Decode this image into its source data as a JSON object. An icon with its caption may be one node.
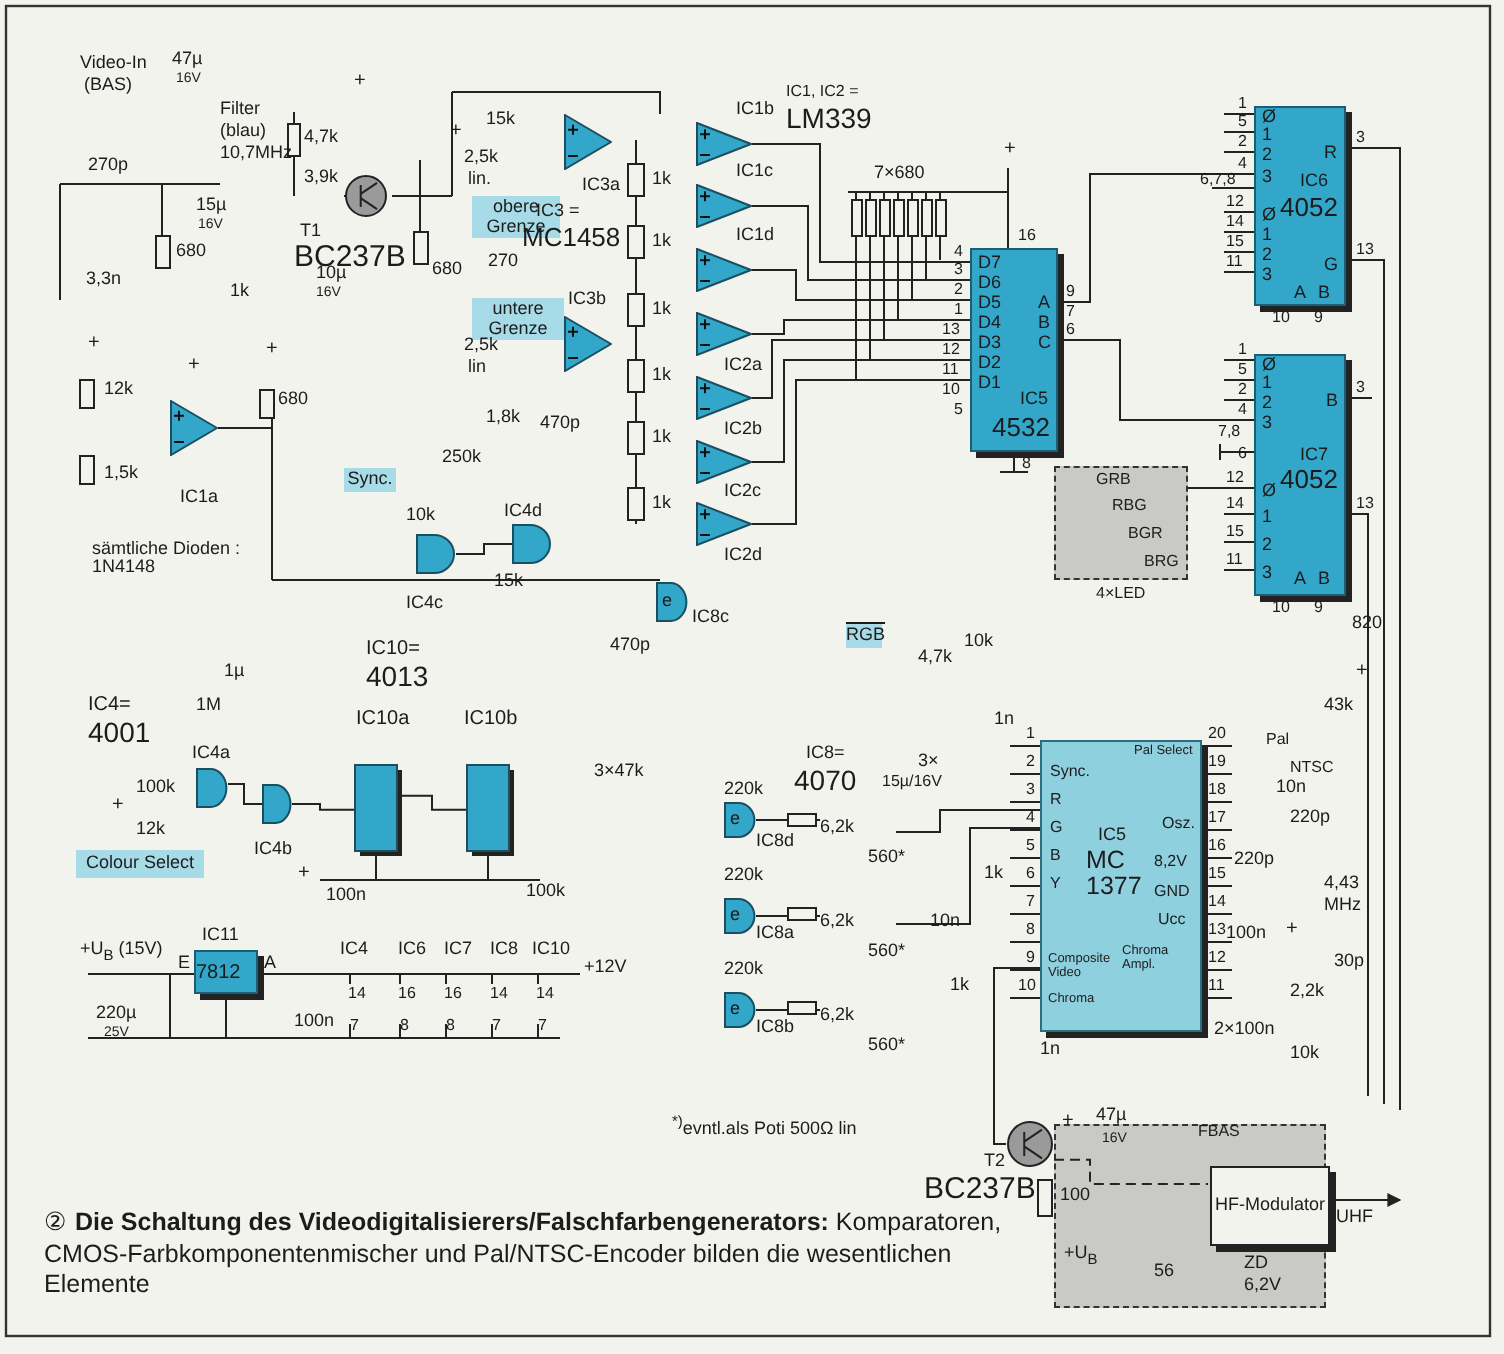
{
  "diagram": {
    "caption": "② **Die Schaltung des Videodigitalisierers/Falschfarbengenerators:** Komparatoren, CMOS-Farbkomponentenmischer und Pal/NTSC-Encoder bilden die wesentlichen Elemente",
    "nodes": [
      {
        "text": [],
        "shape": "triangle",
        "beside": [
          "IC1b"
        ]
      },
      {
        "text": [],
        "shape": "triangle",
        "beside": [
          "IC1c"
        ]
      },
      {
        "text": [],
        "shape": "triangle",
        "beside": [
          "IC1d"
        ]
      },
      {
        "text": [],
        "shape": "triangle",
        "beside": [
          "IC2a"
        ]
      },
      {
        "text": [],
        "shape": "triangle",
        "beside": [
          "IC2b"
        ]
      },
      {
        "text": [],
        "shape": "triangle",
        "beside": [
          "IC2c"
        ]
      },
      {
        "text": [],
        "shape": "triangle",
        "beside": [
          "IC2d"
        ]
      },
      {
        "text": [],
        "shape": "triangle",
        "beside": [
          "IC3a"
        ]
      },
      {
        "text": [],
        "shape": "triangle",
        "beside": [
          "IC3b"
        ]
      },
      {
        "text": [],
        "shape": "triangle",
        "beside": [
          "IC1a"
        ]
      },
      {
        "text": [],
        "shape": "circle",
        "beside": [
          "T1",
          "BC237B"
        ]
      },
      {
        "text": [
          "D7",
          "D6",
          "D5",
          "D4",
          "D3",
          "D2",
          "D1",
          "A",
          "B",
          "C",
          "IC5",
          "4532"
        ]
      },
      {
        "text": [
          "Ø",
          "1",
          "2",
          "3",
          "Ø",
          "1",
          "2",
          "3",
          "R",
          "IC6",
          "4052",
          "G",
          "A",
          "B"
        ]
      },
      {
        "text": [
          "Ø",
          "1",
          "2",
          "3",
          "B",
          "IC7",
          "4052",
          "Ø",
          "1",
          "2",
          "3",
          "A",
          "B"
        ]
      },
      {
        "text": [
          "GRB",
          "RBG",
          "BGR",
          "BRG"
        ],
        "beside": [
          "4×LED"
        ]
      },
      {
        "text": [],
        "shape": "gate",
        "beside": [
          "IC4c"
        ]
      },
      {
        "text": [],
        "shape": "gate",
        "beside": [
          "IC4d"
        ]
      },
      {
        "text": [
          "e"
        ],
        "beside": [
          "IC8c"
        ]
      },
      {
        "text": [],
        "shape": "gate",
        "beside": [
          "IC4a"
        ]
      },
      {
        "text": [],
        "shape": "gate",
        "beside": [
          "IC4b"
        ]
      },
      {
        "text": [],
        "shape": "box",
        "beside": [
          "IC10a"
        ]
      },
      {
        "text": [],
        "shape": "box",
        "beside": [
          "IC10b"
        ]
      },
      {
        "text": [
          "e"
        ],
        "beside": [
          "IC8d"
        ]
      },
      {
        "text": [
          "e"
        ],
        "beside": [
          "IC8a"
        ]
      },
      {
        "text": [
          "e"
        ],
        "beside": [
          "IC8b"
        ]
      },
      {
        "text": [
          "Sync.",
          "R",
          "G",
          "B",
          "Y",
          "Composite Video",
          "Chroma",
          "Pal Select",
          "Osz.",
          "IC5",
          "MC 1377",
          "8,2V",
          "GND",
          "Ucc",
          "Chroma Ampl."
        ]
      },
      {
        "text": [
          "7812"
        ],
        "beside": [
          "IC11",
          "E",
          "A"
        ]
      },
      {
        "text": [],
        "shape": "circle",
        "beside": [
          "T2",
          "BC237B"
        ]
      },
      {
        "text": [
          "FBAS"
        ]
      },
      {
        "text": [
          "HF-Modulator"
        ],
        "in": 28
      },
      {
        "text": [
          "obere Grenze"
        ]
      },
      {
        "text": [
          "untere Grenze"
        ]
      },
      {
        "text": [
          "Sync."
        ]
      },
      {
        "text": [
          "RGB"
        ]
      },
      {
        "text": [
          "Colour Select"
        ]
      }
    ],
    "edges": [
      {
        "from": 0,
        "to": 11,
        "arrow": "none"
      },
      {
        "from": 1,
        "to": 11,
        "arrow": "none"
      },
      {
        "from": 2,
        "to": 11,
        "arrow": "none"
      },
      {
        "from": 3,
        "to": 11,
        "arrow": "none"
      },
      {
        "from": 4,
        "to": 11,
        "arrow": "none"
      },
      {
        "from": 5,
        "to": 11,
        "arrow": "none"
      },
      {
        "from": 6,
        "to": 11,
        "arrow": "none"
      },
      {
        "from": 11,
        "to": 12,
        "arrow": "none"
      },
      {
        "from": 11,
        "to": 13,
        "arrow": "none"
      },
      {
        "from": 14,
        "to": 13,
        "arrow": "none"
      },
      {
        "from": 25,
        "to": 27,
        "arrow": "none"
      },
      {
        "from": 15,
        "to": 16,
        "arrow": "none"
      },
      {
        "from": 18,
        "to": 19,
        "arrow": "none"
      },
      {
        "from": 19,
        "to": 20,
        "arrow": "none"
      },
      {
        "from": 20,
        "to": 21,
        "arrow": "none"
      },
      {
        "from": 27,
        "to": 29,
        "arrow": "none",
        "style": "dashed"
      },
      {
        "from": 29,
        "to": null,
        "arrow": "to",
        "label": "UHF"
      }
    ],
    "labels": [
      "Video-In",
      "(BAS)",
      "47µ",
      "16V",
      "Filter",
      "(blau)",
      "10,7MHz",
      "270p",
      "+",
      "4,7k",
      "3,9k",
      "15µ",
      "16V",
      "680",
      "3,3n",
      "1k",
      "10µ",
      "16V",
      "680",
      "15k",
      "+",
      "2,5k",
      "lin.",
      "270",
      "IC3 =",
      "MC1458",
      "1k",
      "1k",
      "1k",
      "1k",
      "1k",
      "1k",
      "2,5k",
      "lin",
      "1,8k",
      "+",
      "12k",
      "1,5k",
      "+",
      "+",
      "680",
      "470p",
      "250k",
      "10k",
      "sämtliche Dioden : 1N4148",
      "15k",
      "470p",
      "IC1, IC2 =",
      "LM339",
      "7×680",
      "+",
      "4",
      "3",
      "2",
      "1",
      "13",
      "12",
      "11",
      "10",
      "5",
      "16",
      "8",
      "9",
      "7",
      "6",
      "1",
      "5",
      "2",
      "4",
      "6,7,8",
      "12",
      "14",
      "15",
      "11",
      "3",
      "13",
      "10",
      "9",
      "1",
      "5",
      "2",
      "4",
      "7,8",
      "6",
      "12",
      "14",
      "15",
      "11",
      "3",
      "13",
      "10",
      "9",
      "4,7k",
      "10k",
      "820",
      "+",
      "43k",
      "1n",
      "IC8=",
      "4070",
      "3×",
      "15µ/16V",
      "6,2k",
      "560*",
      "6,2k",
      "560*",
      "6,2k",
      "560*",
      "1k",
      "10n",
      "1k",
      "1",
      "2",
      "3",
      "4",
      "5",
      "6",
      "7",
      "8",
      "9",
      "10",
      "20",
      "19",
      "18",
      "17",
      "16",
      "15",
      "14",
      "13",
      "12",
      "11",
      "Pal",
      "NTSC",
      "10n",
      "220p",
      "220p",
      "4,43",
      "MHz",
      "100n",
      "+",
      "30p",
      "2,2k",
      "2×100n",
      "1n",
      "10k",
      "3×47k",
      "220k",
      "220k",
      "220k",
      "IC10=",
      "4013",
      "IC4=",
      "4001",
      "1µ",
      "1M",
      "100k",
      "+",
      "12k",
      "+",
      "100n",
      "100k",
      "+U$_{B}$ (15V)",
      "220µ",
      "25V",
      "100n",
      "IC4",
      "IC6",
      "IC7",
      "IC8",
      "IC10",
      "14",
      "16",
      "16",
      "14",
      "14",
      "7",
      "8",
      "8",
      "7",
      "7",
      "+12V",
      "$^{*)}$evntl.als Poti 500Ω lin",
      "100",
      "+",
      "47µ",
      "16V",
      "+U$_{B}$",
      "56",
      "ZD",
      "6,2V"
    ]
  }
}
